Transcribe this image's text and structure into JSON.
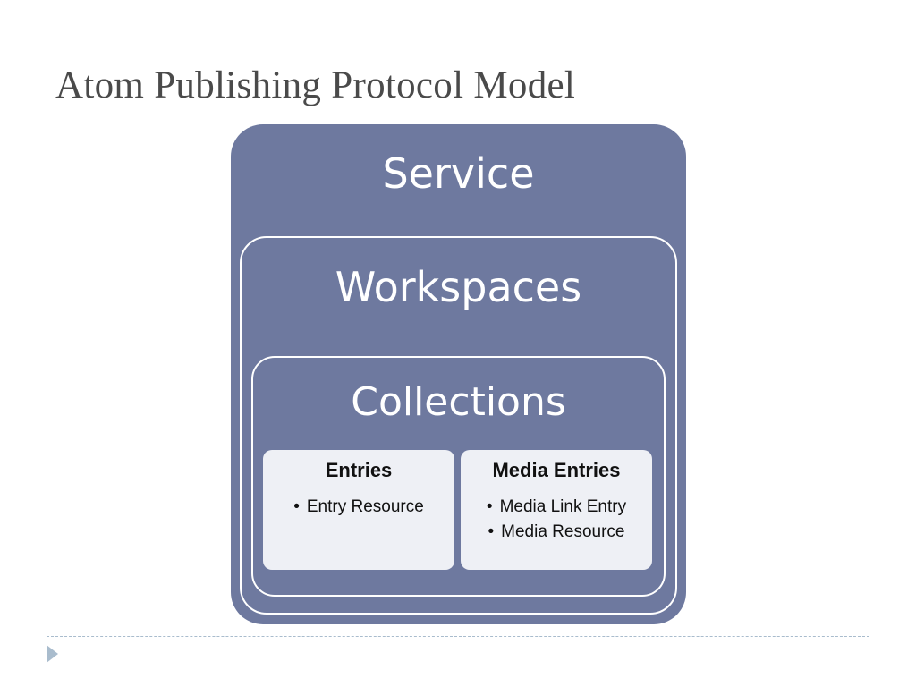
{
  "slide": {
    "title": "Atom Publishing Protocol Model"
  },
  "diagram": {
    "service_label": "Service",
    "workspaces_label": "Workspaces",
    "collections_label": "Collections",
    "entries": {
      "title": "Entries",
      "items": [
        "Entry Resource"
      ]
    },
    "media_entries": {
      "title": "Media Entries",
      "items": [
        "Media Link Entry",
        "Media Resource"
      ]
    }
  },
  "colors": {
    "container_fill": "#6e799f",
    "box_fill": "#eef0f5",
    "rule": "#a9bccd",
    "title_text": "#4a4a4a"
  },
  "icons": {
    "nav": "triangle-right-icon"
  }
}
